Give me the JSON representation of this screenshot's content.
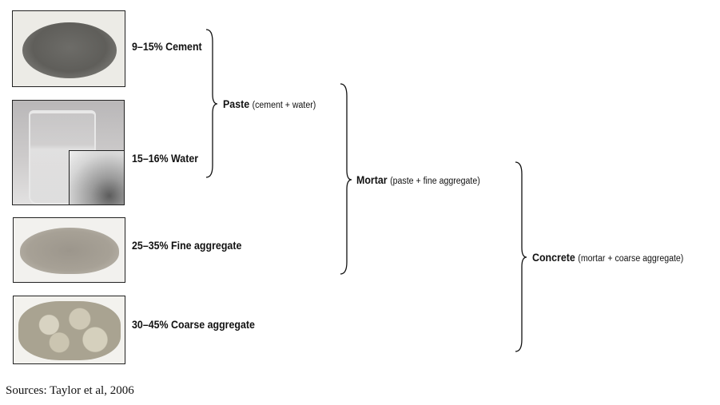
{
  "ingredients": [
    {
      "percent_label": "9–15% Cement",
      "image": "cement-powder-photo"
    },
    {
      "percent_label": "15–16% Water",
      "image": "water-beaker-photo"
    },
    {
      "percent_label": "25–35% Fine aggregate",
      "image": "sand-photo"
    },
    {
      "percent_label": "30–45% Coarse aggregate",
      "image": "gravel-photo"
    }
  ],
  "groups": [
    {
      "name": "Paste",
      "detail": "(cement + water)"
    },
    {
      "name": "Mortar",
      "detail": "(paste + fine aggregate)"
    },
    {
      "name": "Concrete",
      "detail": "(mortar + coarse aggregate)"
    }
  ],
  "source": "Sources:  Taylor et al, 2006"
}
